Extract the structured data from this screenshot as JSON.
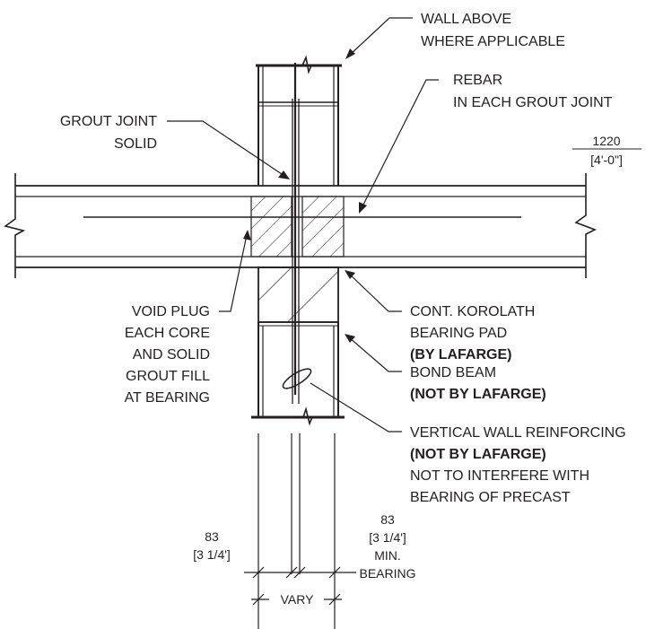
{
  "colors": {
    "ink": "#231f20",
    "paper": "#ffffff"
  },
  "labels": {
    "wall_above": [
      "WALL ABOVE",
      "WHERE APPLICABLE"
    ],
    "rebar": [
      "REBAR",
      "IN EACH GROUT JOINT"
    ],
    "grout_joint": [
      "GROUT JOINT",
      "SOLID"
    ],
    "slab_thickness": [
      "1220",
      "[4'-0\"]"
    ],
    "void_plug": [
      "VOID PLUG",
      "EACH CORE",
      "AND SOLID",
      "GROUT FILL",
      "AT BEARING"
    ],
    "bearing_pad": [
      "CONT.  KOROLATH",
      "BEARING PAD",
      "(BY LAFARGE)"
    ],
    "bond_beam": [
      "BOND BEAM",
      "(NOT BY LAFARGE)"
    ],
    "vertical_reinforcing": [
      "VERTICAL WALL REINFORCING",
      "(NOT BY LAFARGE)",
      "NOT TO INTERFERE WITH",
      "BEARING OF PRECAST"
    ],
    "dim_left": [
      "83",
      "[3 1/4']"
    ],
    "dim_right": [
      "83",
      "[3 1/4']",
      "MIN.",
      "BEARING"
    ],
    "dim_vary": "VARY"
  }
}
